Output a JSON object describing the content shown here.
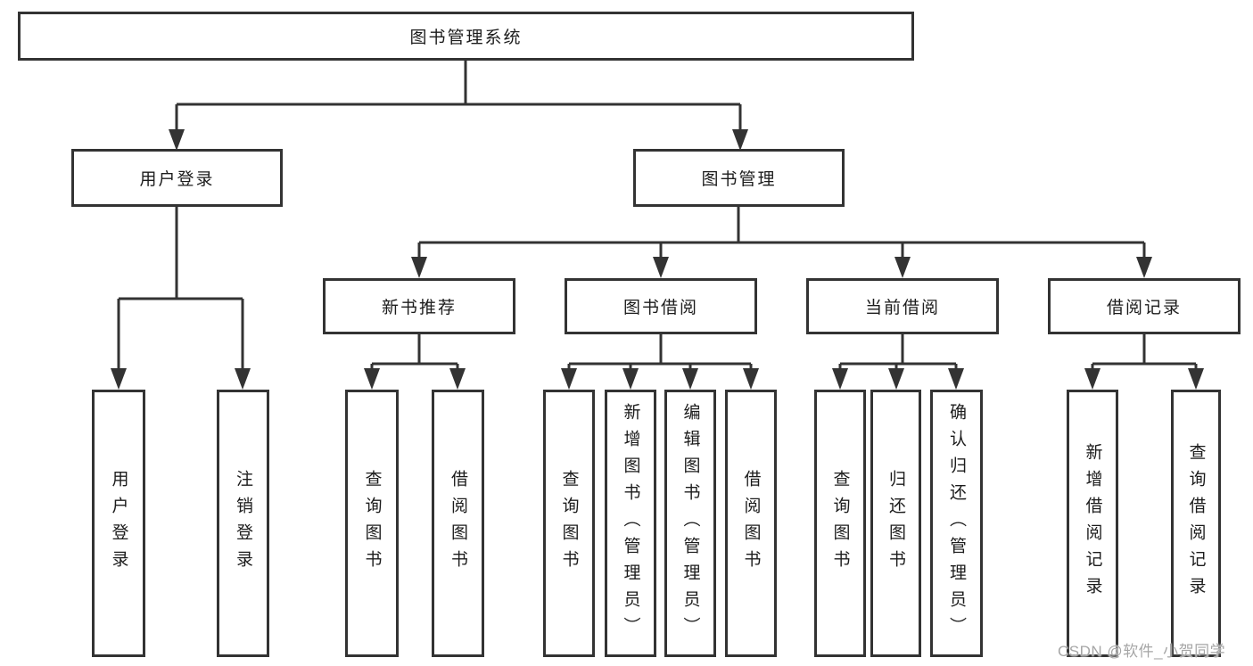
{
  "watermark": "CSDN @软件_小贺同学",
  "colors": {
    "line": "#333333",
    "box_border": "#333333",
    "text": "#1c1c1c",
    "watermark": "#a6a6a6",
    "background": "#ffffff"
  },
  "tree": {
    "label": "图书管理系统",
    "children": [
      {
        "label": "用户登录",
        "children": [
          {
            "label": "用户登录"
          },
          {
            "label": "注销登录"
          }
        ]
      },
      {
        "label": "图书管理",
        "children": [
          {
            "label": "新书推荐",
            "children": [
              {
                "label": "查询图书"
              },
              {
                "label": "借阅图书"
              }
            ]
          },
          {
            "label": "图书借阅",
            "children": [
              {
                "label": "查询图书"
              },
              {
                "label": "新增图书（管理员）"
              },
              {
                "label": "编辑图书（管理员）"
              },
              {
                "label": "借阅图书"
              }
            ]
          },
          {
            "label": "当前借阅",
            "children": [
              {
                "label": "查询图书"
              },
              {
                "label": "归还图书"
              },
              {
                "label": "确认归还（管理员）"
              }
            ]
          },
          {
            "label": "借阅记录",
            "children": [
              {
                "label": "新增借阅记录"
              },
              {
                "label": "查询借阅记录"
              }
            ]
          }
        ]
      }
    ]
  }
}
